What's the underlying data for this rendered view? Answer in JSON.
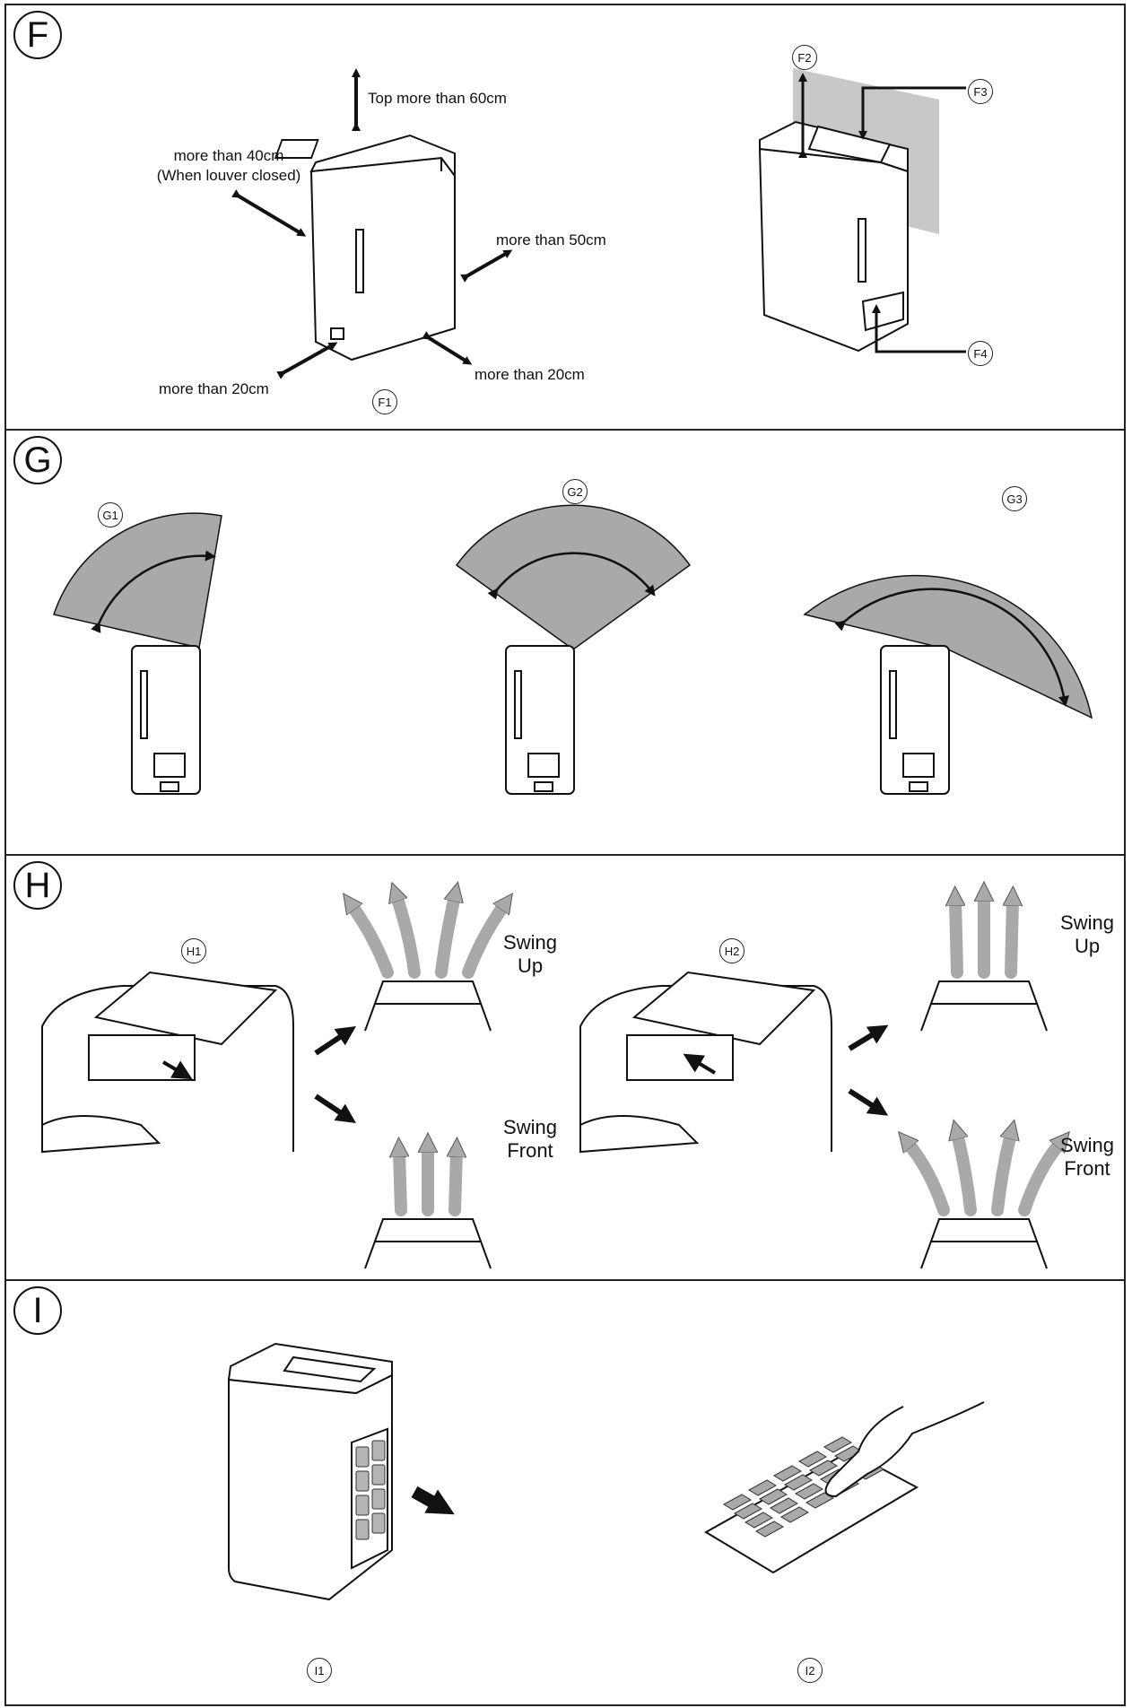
{
  "sections": {
    "f": {
      "letter": "F",
      "labels": {
        "top": "Top more than 60cm",
        "left_line1": "more than 40cm",
        "left_line2": "(When louver closed)",
        "right": "more than 50cm",
        "bottom_left": "more than 20cm",
        "bottom_right": "more than 20cm"
      },
      "callouts": {
        "f1": "F1",
        "f2": "F2",
        "f3": "F3",
        "f4": "F4"
      }
    },
    "g": {
      "letter": "G",
      "callouts": {
        "g1": "G1",
        "g2": "G2",
        "g3": "G3"
      }
    },
    "h": {
      "letter": "H",
      "callouts": {
        "h1": "H1",
        "h2": "H2"
      },
      "swing_up": {
        "line1": "Swing",
        "line2": "Up"
      },
      "swing_front": {
        "line1": "Swing",
        "line2": "Front"
      }
    },
    "i": {
      "letter": "I",
      "callouts": {
        "i1": "I1",
        "i2": "I2"
      }
    }
  },
  "colors": {
    "stroke": "#111111",
    "fill_gray": "#a9a9a9",
    "wall_gray": "#c8c8c8"
  }
}
